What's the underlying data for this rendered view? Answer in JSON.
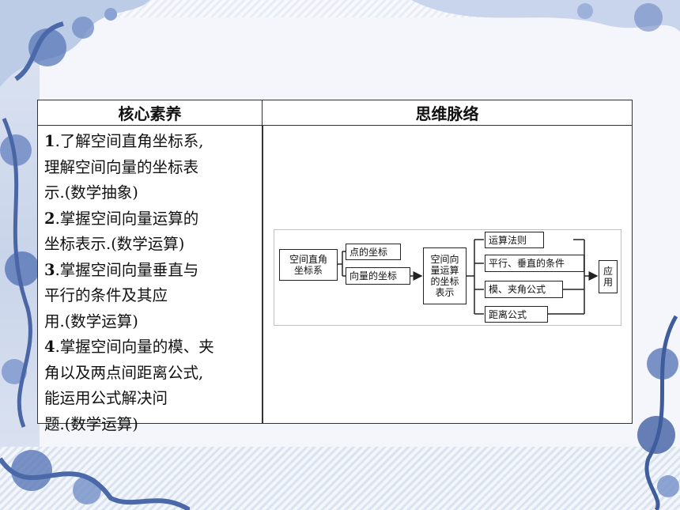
{
  "table": {
    "header_left": "核心素养",
    "header_right": "思维脉络",
    "items": [
      {
        "num": "1",
        "lines": [
          ".了解空间直角坐标系,",
          "理解空间向量的坐标表",
          "示.(数学抽象)"
        ]
      },
      {
        "num": "2",
        "lines": [
          ".掌握空间向量运算的",
          "坐标表示.(数学运算)"
        ]
      },
      {
        "num": "3",
        "lines": [
          ".掌握空间向量垂直与",
          "平行的条件及其应",
          "用.(数学运算)"
        ]
      },
      {
        "num": "4",
        "lines": [
          ".掌握空间向量的模、夹",
          "角以及两点间距离公式,",
          "能运用公式解决问",
          "题.(数学运算)"
        ]
      }
    ]
  },
  "diagram": {
    "root": [
      "空间直角",
      "坐标系"
    ],
    "point": "点的坐标",
    "vector": "向量的坐标",
    "ops": [
      "空间向",
      "量运算",
      "的坐标",
      "表示"
    ],
    "rules": "运算法则",
    "parallel": "平行、垂直的条件",
    "modulus": "模、夹角公式",
    "distance": "距离公式",
    "apply": [
      "应",
      "用"
    ]
  }
}
